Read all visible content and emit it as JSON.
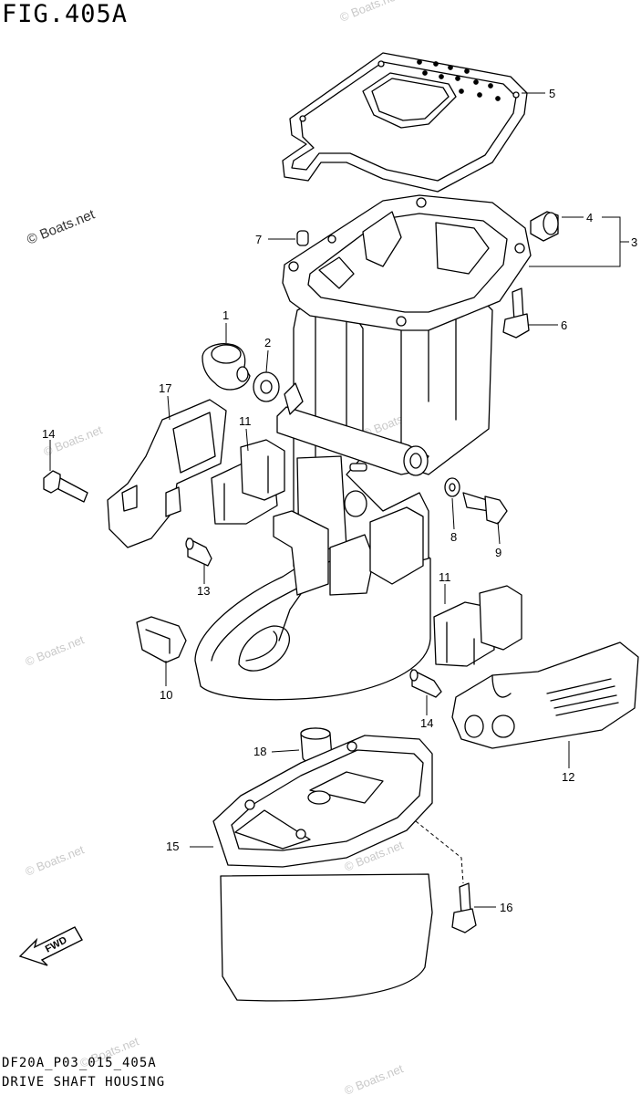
{
  "figure": {
    "title": "FIG.405A",
    "code": "DF20A_P03_015_405A",
    "name": "DRIVE SHAFT HOUSING"
  },
  "watermark": {
    "text": "© Boats.net",
    "color": "#c9c9c9"
  },
  "fwd_label": "FWD",
  "callouts": [
    "1",
    "2",
    "3",
    "4",
    "5",
    "6",
    "7",
    "8",
    "9",
    "10",
    "11",
    "11",
    "12",
    "13",
    "14",
    "14",
    "15",
    "16",
    "17",
    "18"
  ]
}
